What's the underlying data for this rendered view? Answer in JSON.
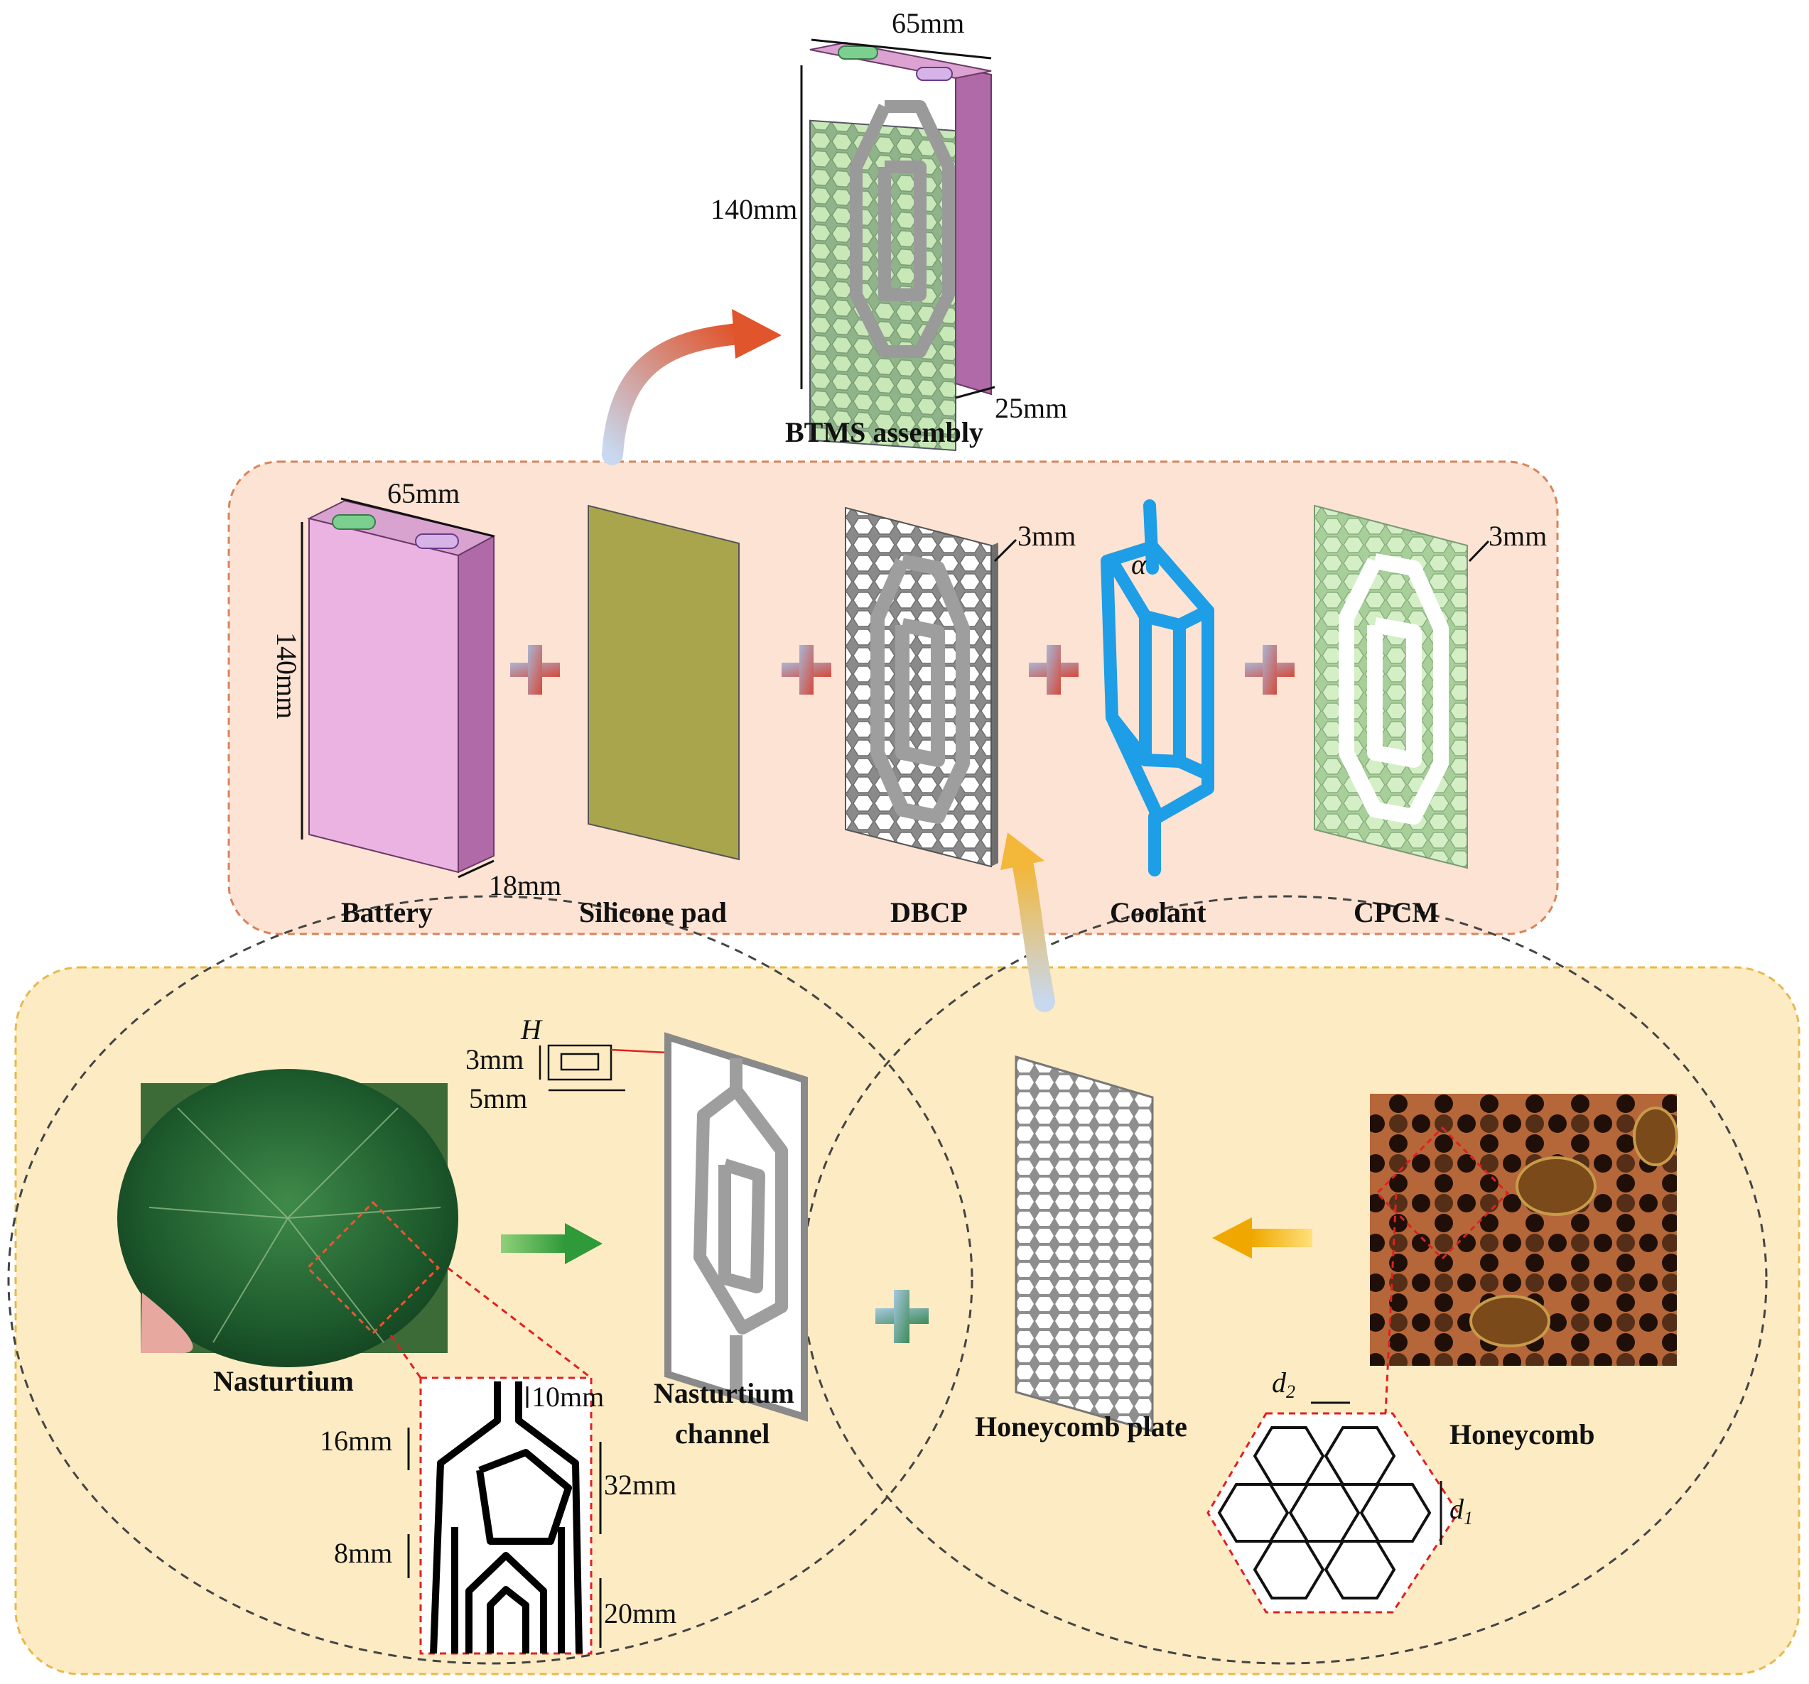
{
  "assembly": {
    "title": "BTMS assembly",
    "width_dim": "65mm",
    "height_dim": "140mm",
    "depth_dim": "25mm"
  },
  "components": {
    "battery": {
      "label": "Battery",
      "width_dim": "65mm",
      "height_dim": "140mm",
      "depth_dim": "18mm"
    },
    "silicone_pad": {
      "label": "Silicone pad"
    },
    "dbcp": {
      "label": "DBCP",
      "thickness_dim": "3mm"
    },
    "coolant": {
      "label": "Coolant",
      "angle_symbol": "α"
    },
    "cpcm": {
      "label": "CPCM",
      "thickness_dim": "3mm"
    }
  },
  "bionic": {
    "nasturtium": {
      "label": "Nasturtium"
    },
    "channel": {
      "label_line1": "Nasturtium",
      "label_line2": "channel",
      "h_symbol": "H",
      "depth_dim": "3mm",
      "width_dim": "5mm"
    },
    "channel_detail": {
      "dim_top": "10mm",
      "dim_a": "16mm",
      "dim_b": "32mm",
      "dim_c": "8mm",
      "dim_d": "20mm"
    },
    "honeycomb_plate": {
      "label": "Honeycomb plate"
    },
    "honeycomb": {
      "label": "Honeycomb"
    },
    "hex_detail": {
      "d1_symbol": "d",
      "d1_sub": "1",
      "d2_symbol": "d",
      "d2_sub": "2"
    }
  },
  "colors": {
    "battery_face": "#ebb3e2",
    "battery_side": "#b06aa8",
    "silicone": "#a9a54d",
    "plate_gray": "#9e9e9e",
    "coolant_blue": "#1d9ee6",
    "cpcm_green": "#bfe3b0",
    "middle_panel_fill": "#fde3d3",
    "middle_panel_border": "#d9835a",
    "bottom_panel_fill": "#fdebc4",
    "bottom_panel_border": "#e8b84a"
  }
}
